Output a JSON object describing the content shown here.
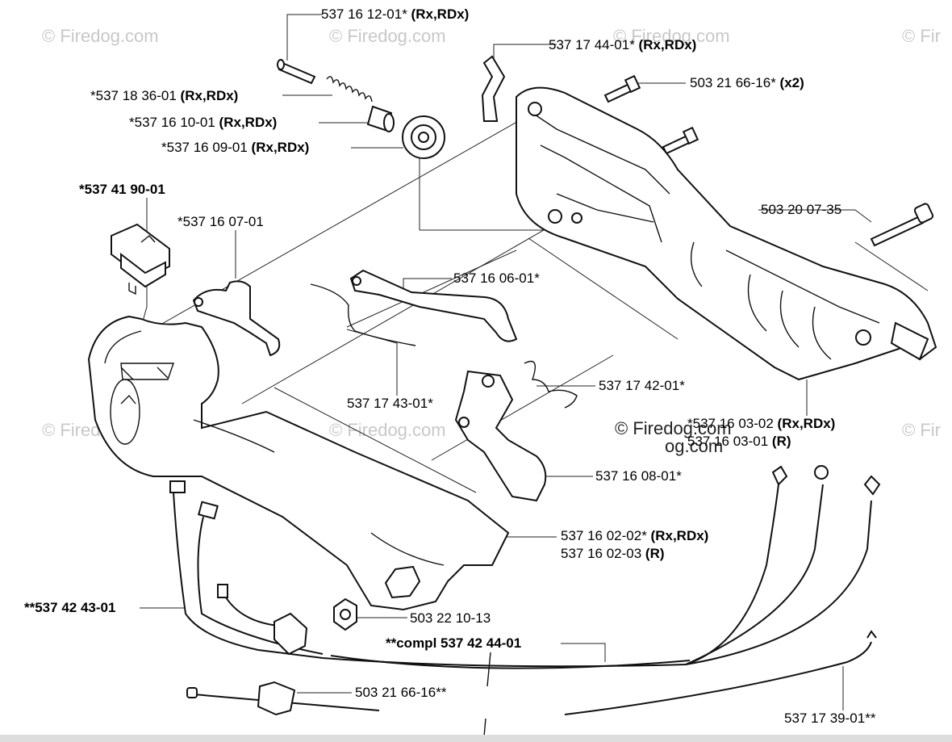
{
  "watermarks": {
    "text": "© Firedog.com",
    "cut_text": "© Fir",
    "center_text": "© Firedog.com",
    "center_overlap_text": "og.com"
  },
  "callouts": [
    {
      "id": "c1",
      "prefix": "537 16 12-01* ",
      "bold": "(Rx,RDx)",
      "suffix": ""
    },
    {
      "id": "c2",
      "prefix": "537 17 44-01* ",
      "bold": "(Rx,RDx)",
      "suffix": ""
    },
    {
      "id": "c3",
      "prefix": "*537 18 36-01 ",
      "bold": "(Rx,RDx)",
      "suffix": ""
    },
    {
      "id": "c4",
      "prefix": "503 21 66-16* ",
      "bold": "(x2)",
      "suffix": ""
    },
    {
      "id": "c5",
      "prefix": "*537 16 10-01 ",
      "bold": "(Rx,RDx)",
      "suffix": ""
    },
    {
      "id": "c6",
      "prefix": "*537 16 09-01 ",
      "bold": "(Rx,RDx)",
      "suffix": ""
    },
    {
      "id": "c7",
      "prefix": "",
      "bold": "*537 41 90-01",
      "suffix": ""
    },
    {
      "id": "c8",
      "prefix": "503 20 07-35",
      "bold": "",
      "suffix": ""
    },
    {
      "id": "c9",
      "prefix": "*537 16 07-01",
      "bold": "",
      "suffix": ""
    },
    {
      "id": "c10",
      "prefix": "537 16 06-01*",
      "bold": "",
      "suffix": ""
    },
    {
      "id": "c11",
      "prefix": "537 17 42-01*",
      "bold": "",
      "suffix": ""
    },
    {
      "id": "c12",
      "prefix": "537 17 43-01*",
      "bold": "",
      "suffix": ""
    },
    {
      "id": "c13",
      "prefix": "*537 16 03-02 ",
      "bold": "(Rx,RDx)",
      "suffix": ""
    },
    {
      "id": "c14",
      "prefix": "537 16 03-01 ",
      "bold": "(R)",
      "suffix": ""
    },
    {
      "id": "c15",
      "prefix": "537 16 08-01*",
      "bold": "",
      "suffix": ""
    },
    {
      "id": "c16",
      "prefix": "537 16 02-02* ",
      "bold": "(Rx,RDx)",
      "suffix": ""
    },
    {
      "id": "c17",
      "prefix": "537 16 02-03 ",
      "bold": "(R)",
      "suffix": ""
    },
    {
      "id": "c18",
      "prefix": "",
      "bold": "**537 42 43-01",
      "suffix": ""
    },
    {
      "id": "c19",
      "prefix": "503 22 10-13",
      "bold": "",
      "suffix": ""
    },
    {
      "id": "c20",
      "prefix": "",
      "bold": "**compl 537 42 44-01",
      "suffix": ""
    },
    {
      "id": "c21",
      "prefix": "503 21 66-16**",
      "bold": "",
      "suffix": ""
    },
    {
      "id": "c22",
      "prefix": "537 17 39-01**",
      "bold": "",
      "suffix": ""
    }
  ]
}
